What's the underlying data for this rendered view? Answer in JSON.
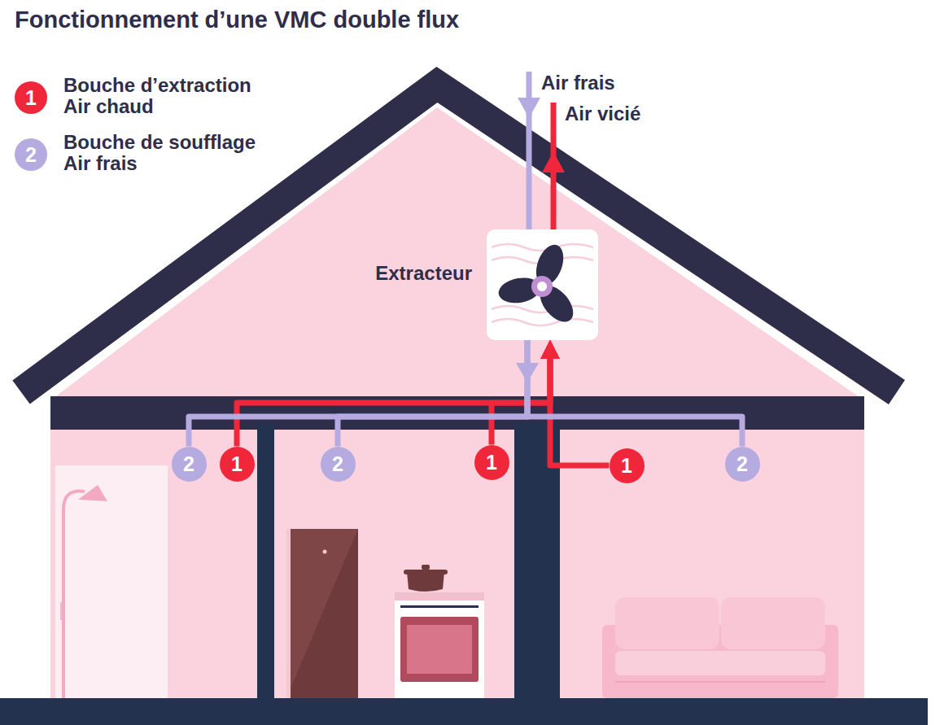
{
  "diagram": {
    "title": "Fonctionnement d’une VMC double flux",
    "nodes": [
      {
        "text": [
          "Extracteur"
        ]
      },
      {
        "text": [
          "2"
        ]
      },
      {
        "text": [
          "1"
        ]
      },
      {
        "text": [
          "2"
        ]
      },
      {
        "text": [
          "1"
        ]
      },
      {
        "text": [
          "1"
        ]
      },
      {
        "text": [
          "2"
        ]
      }
    ],
    "edges": [
      {
        "from": 2,
        "to": 0,
        "arrow": "to"
      },
      {
        "from": 4,
        "to": 0,
        "arrow": "to"
      },
      {
        "from": 5,
        "to": 0,
        "arrow": "to"
      },
      {
        "from": 0,
        "to": 1,
        "arrow": "none"
      },
      {
        "from": 0,
        "to": 3,
        "arrow": "none"
      },
      {
        "from": 0,
        "to": 6,
        "arrow": "none"
      }
    ],
    "labels": [
      "1",
      "2",
      "Air frais",
      "Air vicié"
    ],
    "legend": [
      {
        "text": "Bouche d’extraction Air chaud",
        "color": "#f0263b"
      },
      {
        "text": "Bouche de soufflage Air frais",
        "color": "#b5abe0"
      }
    ]
  }
}
